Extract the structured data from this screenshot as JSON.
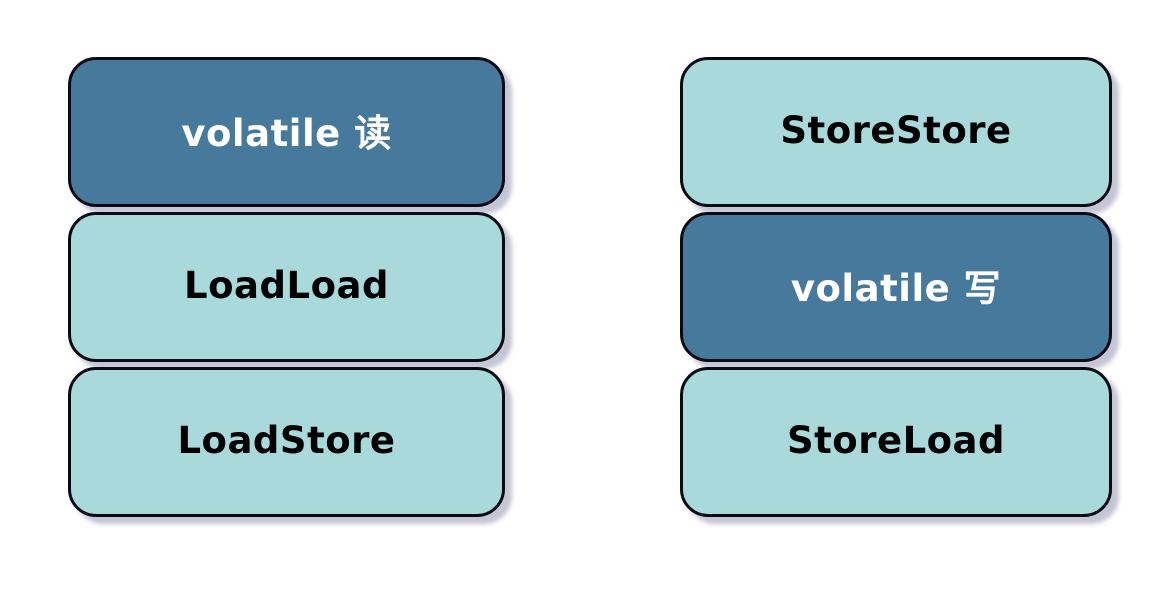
{
  "diagram": {
    "background": "#ffffff",
    "colors": {
      "dark": "#47799c",
      "light": "#a9d9da",
      "border": "#0a0a14",
      "shadow": "rgba(148,150,178,0.55)",
      "text_on_dark": "#ffffff",
      "text_on_light": "#000000"
    },
    "columns": [
      {
        "name": "volatile-read-barriers",
        "boxes": [
          {
            "label": "volatile 读",
            "variant": "dark"
          },
          {
            "label": "LoadLoad",
            "variant": "light"
          },
          {
            "label": "LoadStore",
            "variant": "light"
          }
        ]
      },
      {
        "name": "volatile-write-barriers",
        "boxes": [
          {
            "label": "StoreStore",
            "variant": "light"
          },
          {
            "label": "volatile 写",
            "variant": "dark"
          },
          {
            "label": "StoreLoad",
            "variant": "light"
          }
        ]
      }
    ]
  }
}
